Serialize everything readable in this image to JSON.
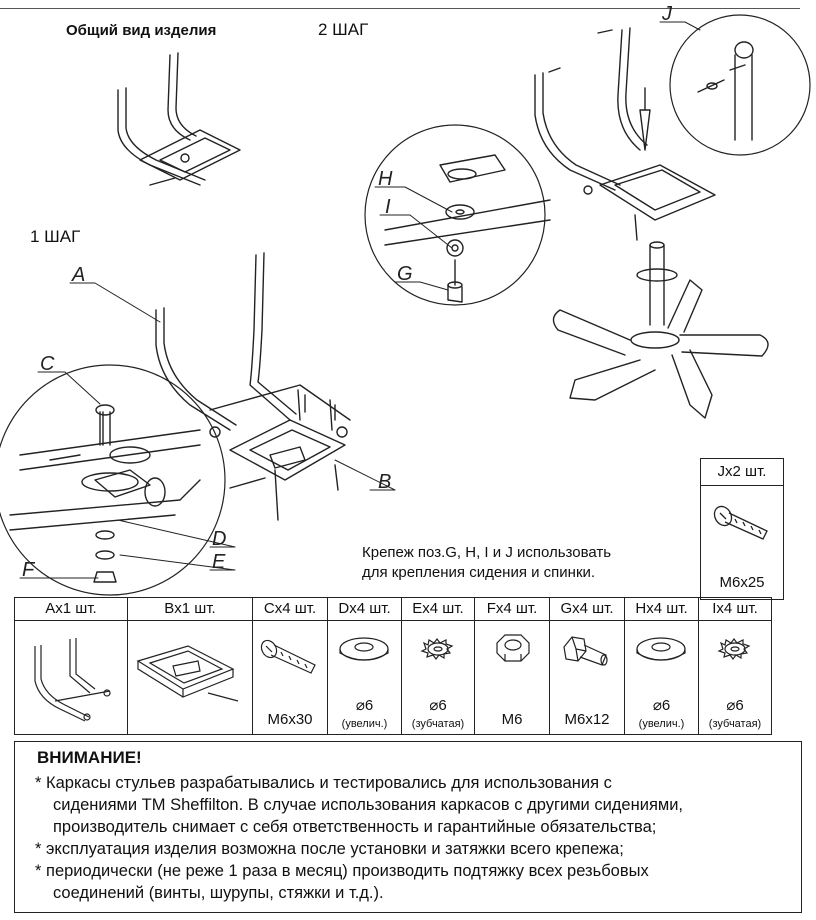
{
  "header": {
    "general_view": "Общий вид изделия",
    "step2": "2 ШАГ",
    "step1": "1 ШАГ"
  },
  "callouts": {
    "A": "A",
    "B": "B",
    "C": "C",
    "D": "D",
    "E": "E",
    "F": "F",
    "G": "G",
    "H": "H",
    "I": "I",
    "J": "J"
  },
  "jbox": {
    "label": "Jx2 шт.",
    "size": "M6x25"
  },
  "note": {
    "line1": "Крепеж поз.G, H, I и J использовать",
    "line2": "для крепления сидения и спинки."
  },
  "parts": [
    {
      "label": "Ax1 шт.",
      "icon": "frame-icon",
      "size": "",
      "sub": ""
    },
    {
      "label": "Bx1 шт.",
      "icon": "mechanism-icon",
      "size": "",
      "sub": ""
    },
    {
      "label": "Cx4 шт.",
      "icon": "screw-icon",
      "size": "M6x30",
      "sub": ""
    },
    {
      "label": "Dx4 шт.",
      "icon": "washer-icon",
      "size": "⌀6",
      "sub": "(увелич.)"
    },
    {
      "label": "Ex4 шт.",
      "icon": "lock-washer-icon",
      "size": "⌀6",
      "sub": "(зубчатая)"
    },
    {
      "label": "Fx4 шт.",
      "icon": "nut-icon",
      "size": "M6",
      "sub": ""
    },
    {
      "label": "Gx4 шт.",
      "icon": "bolt-icon",
      "size": "M6x12",
      "sub": ""
    },
    {
      "label": "Hx4 шт.",
      "icon": "washer-icon",
      "size": "⌀6",
      "sub": "(увелич.)"
    },
    {
      "label": "Ix4 шт.",
      "icon": "lock-washer-icon",
      "size": "⌀6",
      "sub": "(зубчатая)"
    }
  ],
  "warning": {
    "title": "ВНИМАНИЕ!",
    "lines": [
      "* Каркасы стульев разрабатывались и тестировались для использования с",
      "  сидениями TM Sheffilton. В случае использования каркасов с другими сидениями,",
      "  производитель снимает с себя ответственность и гарантийные обязательства;",
      "* эксплуатация изделия возможна после установки и затяжки всего крепежа;",
      "* периодически (не реже 1 раза в месяц) производить подтяжку всех резьбовых",
      "  соединений (винты, шурупы, стяжки и т.д.)."
    ]
  },
  "colors": {
    "line": "#222222",
    "shade": "#cfcfcf"
  }
}
